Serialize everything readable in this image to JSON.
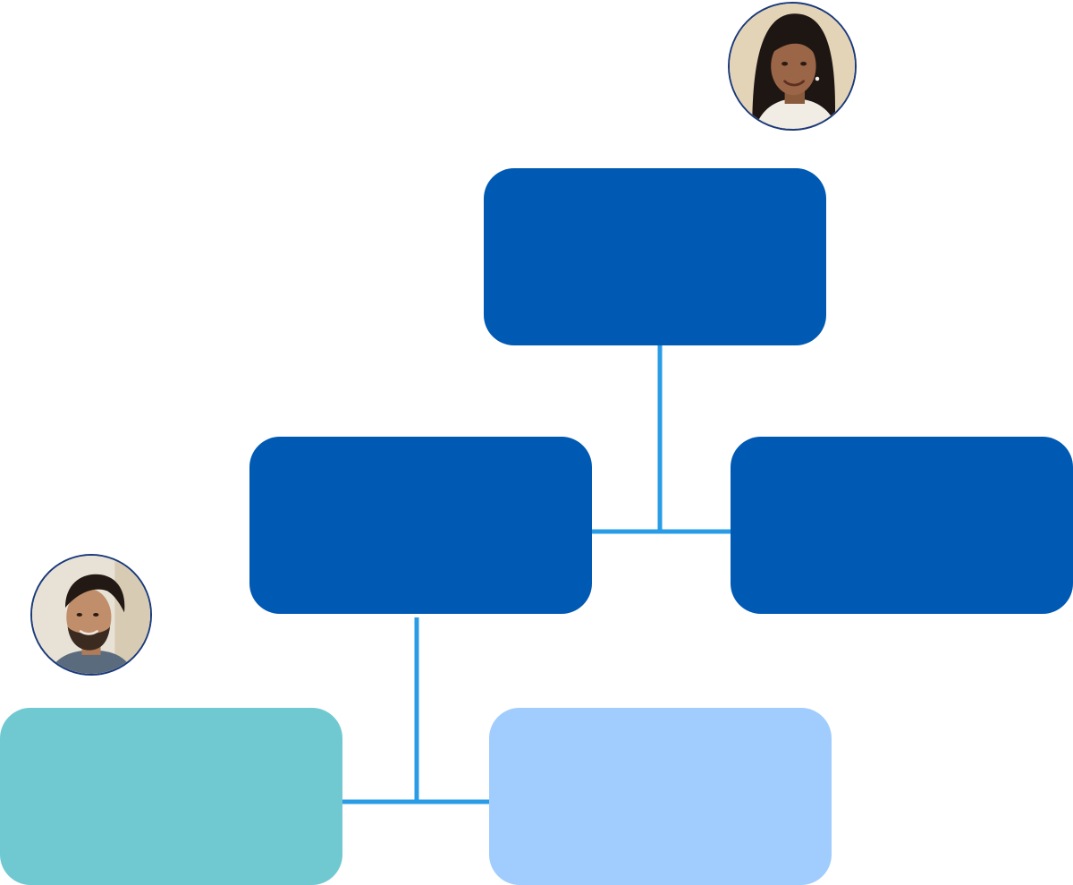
{
  "colors": {
    "primary_node": "#0059b2",
    "teal_node": "#70c9d1",
    "light_node": "#a0cdfd",
    "connector": "#2a9ce6",
    "avatar_border": "#1b3a7a"
  },
  "nodes": [
    {
      "id": "top",
      "label": "",
      "color_key": "primary_node"
    },
    {
      "id": "mid-left",
      "label": "",
      "color_key": "primary_node"
    },
    {
      "id": "mid-right",
      "label": "",
      "color_key": "primary_node"
    },
    {
      "id": "bot-left",
      "label": "",
      "color_key": "teal_node"
    },
    {
      "id": "bot-right",
      "label": "",
      "color_key": "light_node"
    }
  ],
  "edges": [
    {
      "from": "top",
      "to": "mid-left"
    },
    {
      "from": "top",
      "to": "mid-right"
    },
    {
      "from": "mid-left",
      "to": "bot-left"
    },
    {
      "from": "mid-left",
      "to": "bot-right"
    }
  ],
  "avatars": [
    {
      "icon": "woman-portrait-icon",
      "near": "top"
    },
    {
      "icon": "man-portrait-icon",
      "near": "bot-left"
    }
  ]
}
